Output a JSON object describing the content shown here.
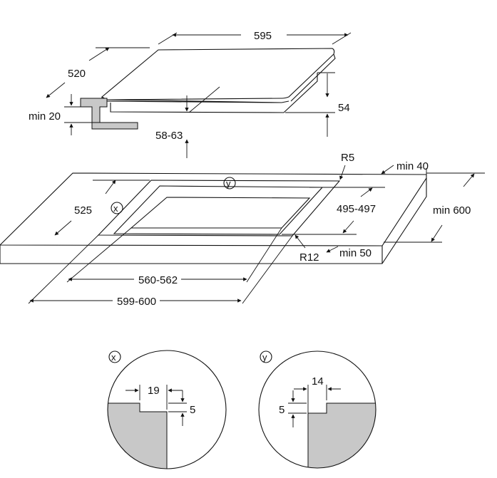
{
  "dimensions": {
    "width": "595",
    "depth": "520",
    "height": "54",
    "min_cabinet_gap": "min 20",
    "clearance": "58-63",
    "cutout_depth": "525",
    "cutout_width_inner": "560-562",
    "cutout_width_outer": "599-600",
    "cutout_depth_range": "495-497",
    "corner_radius_small": "R5",
    "corner_radius_large": "R12",
    "min_back": "min 40",
    "min_front": "min 50",
    "min_worktop_depth": "min 600"
  },
  "details": {
    "x_marker": "x",
    "y_marker": "y",
    "x_width": "19",
    "x_depth": "5",
    "y_width": "14",
    "y_depth": "5"
  },
  "colors": {
    "line": "#111111",
    "worktop_section": "#c8c8c8",
    "background": "#ffffff"
  }
}
